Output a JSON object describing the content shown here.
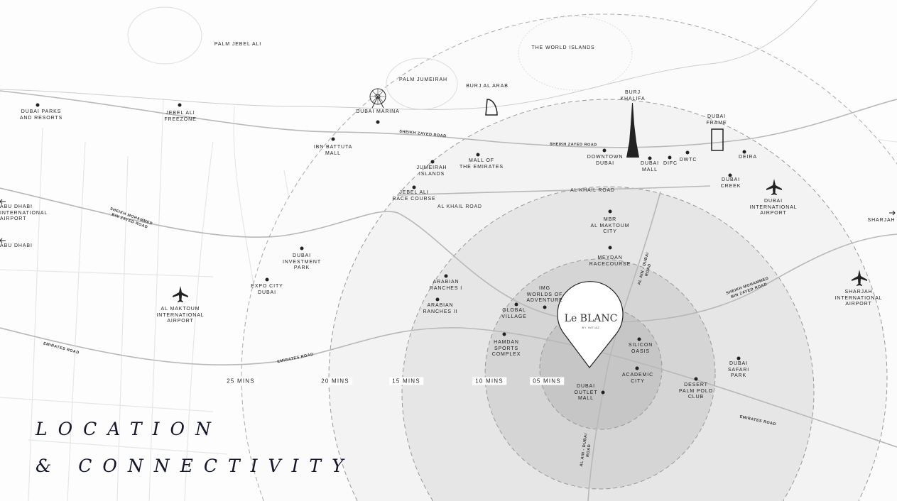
{
  "title": {
    "line1": "LOCATION",
    "line2": "& CONNECTIVITY"
  },
  "brand": {
    "name": "Le BLANC",
    "tagline": "BY IMTIAZ"
  },
  "time_rings": [
    "25 MINS",
    "20 MINS",
    "15 MINS",
    "10 MINS",
    "05 MINS"
  ],
  "places": {
    "palm_jebel_ali": "PALM JEBEL ALI",
    "world_islands": "THE WORLD ISLANDS",
    "palm_jumeirah": "PALM JUMEIRAH",
    "burj_al_arab": "BURJ AL ARAB",
    "burj_khalifa": "BURJ\nKHALIFA",
    "dubai_marina": "DUBAI MARINA",
    "dubai_parks": "DUBAI PARKS\nAND RESORTS",
    "jebel_ali_freezone": "JEBEL ALI\nFREEZONE",
    "dubai_frame": "DUBAI\nFRAME",
    "ibn_battuta": "IBN BATTUTA\nMALL",
    "mall_emirates": "MALL OF\nTHE EMIRATES",
    "jumeirah_islands": "JUMEIRAH\nISLANDS",
    "downtown": "DOWNTOWN\nDUBAI",
    "dubai_mall": "DUBAI\nMALL",
    "difc": "DIFC",
    "dwtc": "DWTC",
    "deira": "DEIRA",
    "dubai_creek": "DUBAI\nCREEK",
    "dxb": "DUBAI\nINTERNATIONAL\nAIRPORT",
    "jebel_ali_race": "JEBEL ALI\nRACE COURSE",
    "sharjah": "SHARJAH",
    "mbr_city": "MBR\nAL MAKTOUM\nCITY",
    "meydan": "MEYDAN\nRACECOURSE",
    "dip": "DUBAI\nINVESTMENT\nPARK",
    "expo_city": "EXPO CITY\nDUBAI",
    "arabian_ranches_1": "ARABIAN\nRANCHES I",
    "img_worlds": "IMG\nWORLDS OF\nADVENTURE",
    "arabian_ranches_2": "ARABIAN\nRANCHES II",
    "global_village": "GLOBAL\nVILLAGE",
    "dwc": "AL MAKTOUM\nINTERNATIONAL\nAIRPORT",
    "sharjah_airport": "SHARJAH\nINTERNATIONAL\nAIRPORT",
    "hamdan_sports": "HAMDAN\nSPORTS\nCOMPLEX",
    "silicon_oasis": "SILICON\nOASIS",
    "academic_city": "ACADEMIC\nCITY",
    "safari_park": "DUBAI\nSAFARI\nPARK",
    "palm_polo": "DESERT\nPALM POLO\nCLUB",
    "outlet_mall": "DUBAI\nOUTLET\nMALL",
    "abu_dhabi_airport": "ABU DHABI\nINTERNATIONAL\nAIRPORT",
    "abu_dhabi": "ABU DHABI"
  },
  "roads": {
    "szr": "SHEIKH ZAYED ROAD",
    "al_khail": "AL KHAIL ROAD",
    "smbz": "SHEIKH MOHAMMED\nBIN ZAYED ROAD",
    "emirates": "EMIRATES ROAD",
    "al_ain": "AL AIN - DUBAI\nROAD"
  },
  "colors": {
    "title": "#15152e",
    "ring_outer": "#f4f4f4",
    "ring_15": "#ebebeb",
    "ring_10": "#dedede",
    "ring_05": "#d2d2d2"
  }
}
